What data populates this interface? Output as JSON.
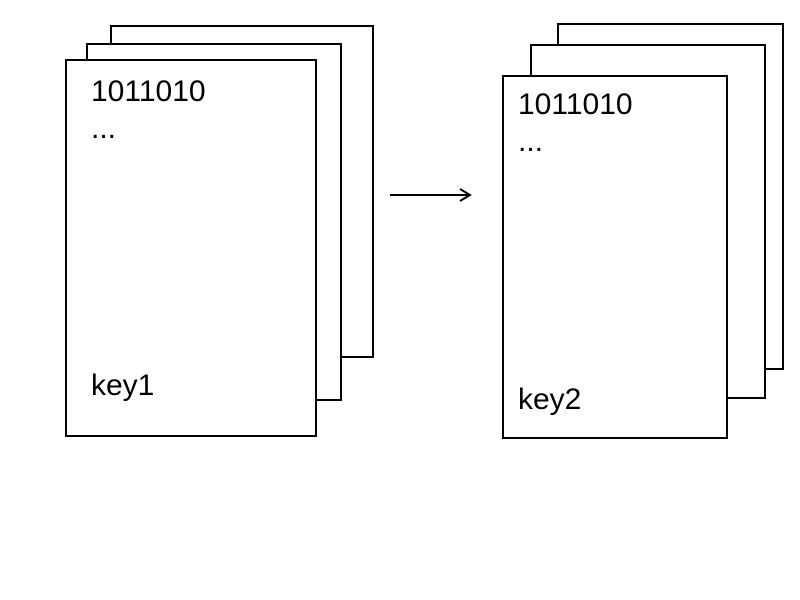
{
  "source_stack": {
    "bits": "1011010",
    "ellipsis": "...",
    "key": "key1"
  },
  "target_stack": {
    "bits": "1011010",
    "ellipsis": "...",
    "key": "key2"
  },
  "colors": {
    "stroke": "#000000",
    "background": "#ffffff"
  }
}
